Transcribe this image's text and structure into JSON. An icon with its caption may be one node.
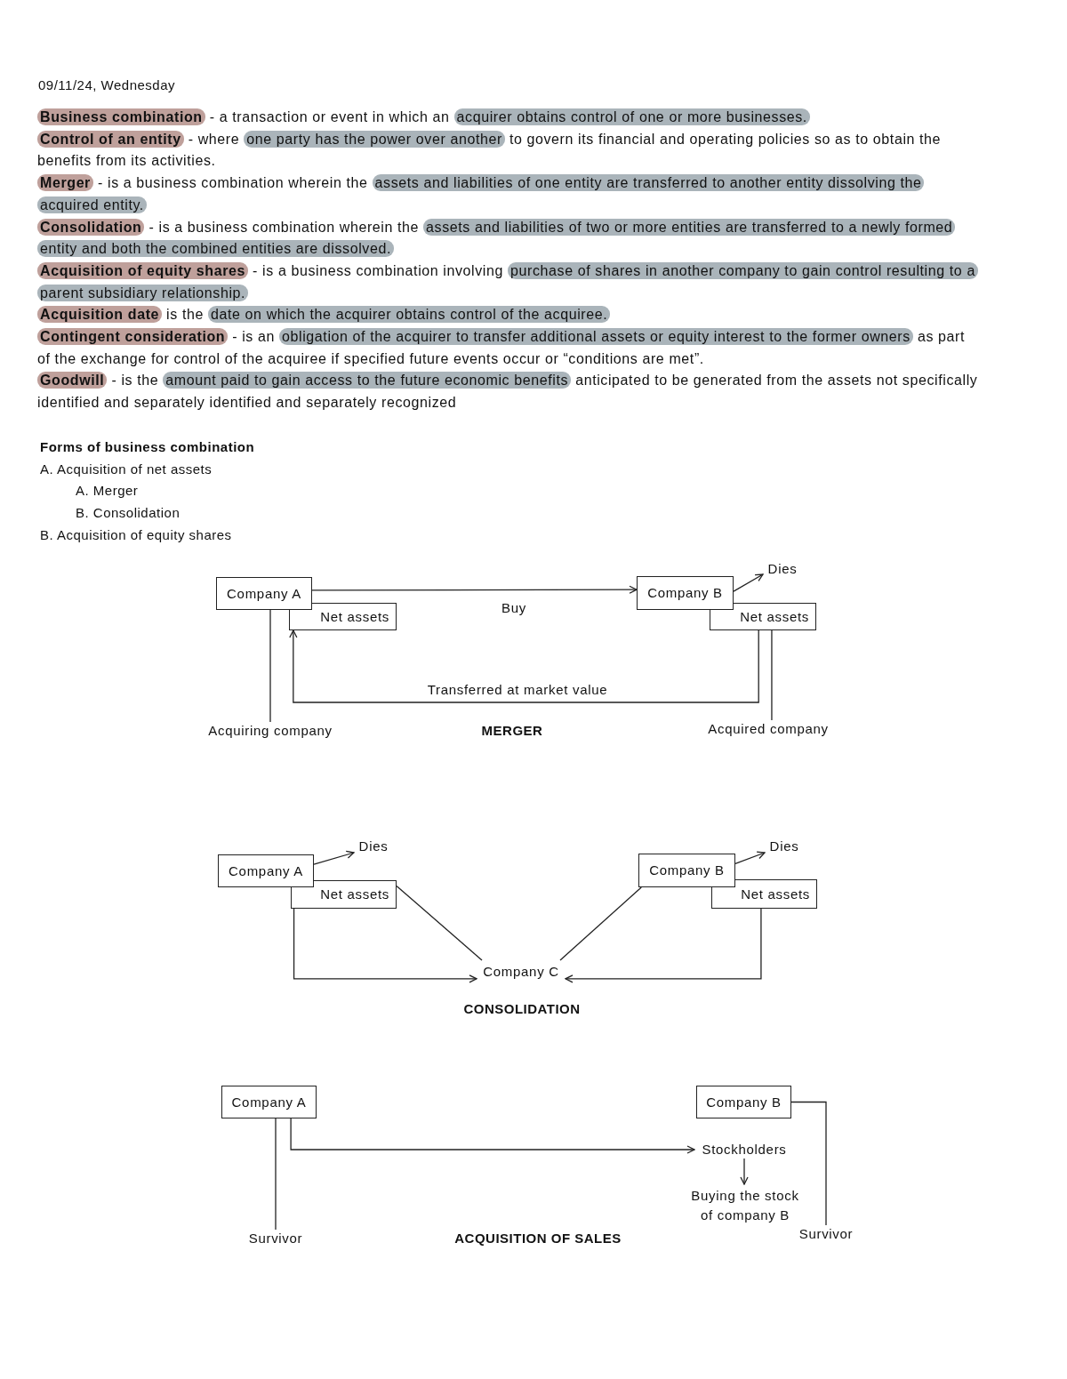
{
  "diagram": {
    "nodes": [
      {
        "text": [
          "Company A"
        ]
      },
      {
        "text": [
          "Net assets"
        ]
      },
      {
        "text": [
          "Company B"
        ]
      },
      {
        "text": [
          "Dies"
        ]
      },
      {
        "text": [
          "Net assets"
        ]
      },
      {
        "text": [
          "Acquiring company"
        ]
      },
      {
        "text": [
          "Acquired company"
        ]
      },
      {
        "text": [
          "Company A"
        ]
      },
      {
        "text": [
          "Dies"
        ]
      },
      {
        "text": [
          "Net assets"
        ]
      },
      {
        "text": [
          "Company B"
        ]
      },
      {
        "text": [
          "Dies"
        ]
      },
      {
        "text": [
          "Net assets"
        ]
      },
      {
        "text": [
          "Company C"
        ]
      },
      {
        "text": [
          "Company A"
        ]
      },
      {
        "text": [
          "Company B"
        ]
      },
      {
        "text": [
          "Stockholders"
        ]
      },
      {
        "text": [
          "Buying the stock of company B"
        ]
      },
      {
        "text": [
          "Survivor"
        ]
      },
      {
        "text": [
          "Survivor"
        ]
      }
    ],
    "edges": [
      {
        "from": 0,
        "to": 2,
        "arrow": "to",
        "label": "Buy"
      },
      {
        "from": 2,
        "to": 3,
        "arrow": "to"
      },
      {
        "from": 4,
        "to": 1,
        "arrow": "to",
        "label": "Transferred at market value"
      },
      {
        "from": 5,
        "to": 0,
        "arrow": "none"
      },
      {
        "from": 6,
        "to": 4,
        "arrow": "none"
      },
      {
        "from": 7,
        "to": 8,
        "arrow": "to"
      },
      {
        "from": 10,
        "to": 11,
        "arrow": "to"
      },
      {
        "from": 9,
        "to": 13,
        "arrow": "none"
      },
      {
        "from": 10,
        "to": 13,
        "arrow": "none"
      },
      {
        "from": 9,
        "to": 13,
        "arrow": "to"
      },
      {
        "from": 12,
        "to": 13,
        "arrow": "to"
      },
      {
        "from": 14,
        "to": 16,
        "arrow": "to"
      },
      {
        "from": 16,
        "to": 17,
        "arrow": "to"
      },
      {
        "from": 18,
        "to": 14,
        "arrow": "none"
      },
      {
        "from": 19,
        "to": 15,
        "arrow": "none"
      }
    ],
    "labels": [
      "09/11/24, Wednesday",
      "**Business combination** - a transaction or event in which an *acquirer obtains control of one or more businesses.*",
      "**Control of an entity** - where *one party has the power over another* to govern its financial and operating policies so as to obtain the benefits from its activities.",
      "**Merger** - is a business combination wherein the *assets and liabilities of one entity are transferred to another entity dissolving the acquired entity.*",
      "**Consolidation** - is a business combination wherein the *assets and liabilities of two or more entities are transferred to a newly formed entity and both the combined entities are dissolved.*",
      "**Acquisition of equity shares** - is a business combination involving *purchase of shares in another company to gain control resulting to a parent subsidiary relationship.*",
      "**Acquisition date** is the *date on which the acquirer obtains control of the acquiree.*",
      "**Contingent consideration** - is an *obligation of the acquirer to transfer additional assets or equity interest to the former owners* as part of the exchange for control of the acquiree if specified future events occur or “conditions are met”.",
      "**Goodwill** - is the *amount paid to gain access to the future economic benefits* anticipated to be generated from the assets not specifically identified and separately identified and separately recognized",
      "Forms of business combination",
      "A. Acquisition of net assets",
      "A. Merger",
      "B. Consolidation",
      "B. Acquisition of equity shares",
      "MERGER",
      "CONSOLIDATION",
      "ACQUISITION OF SALES"
    ]
  }
}
